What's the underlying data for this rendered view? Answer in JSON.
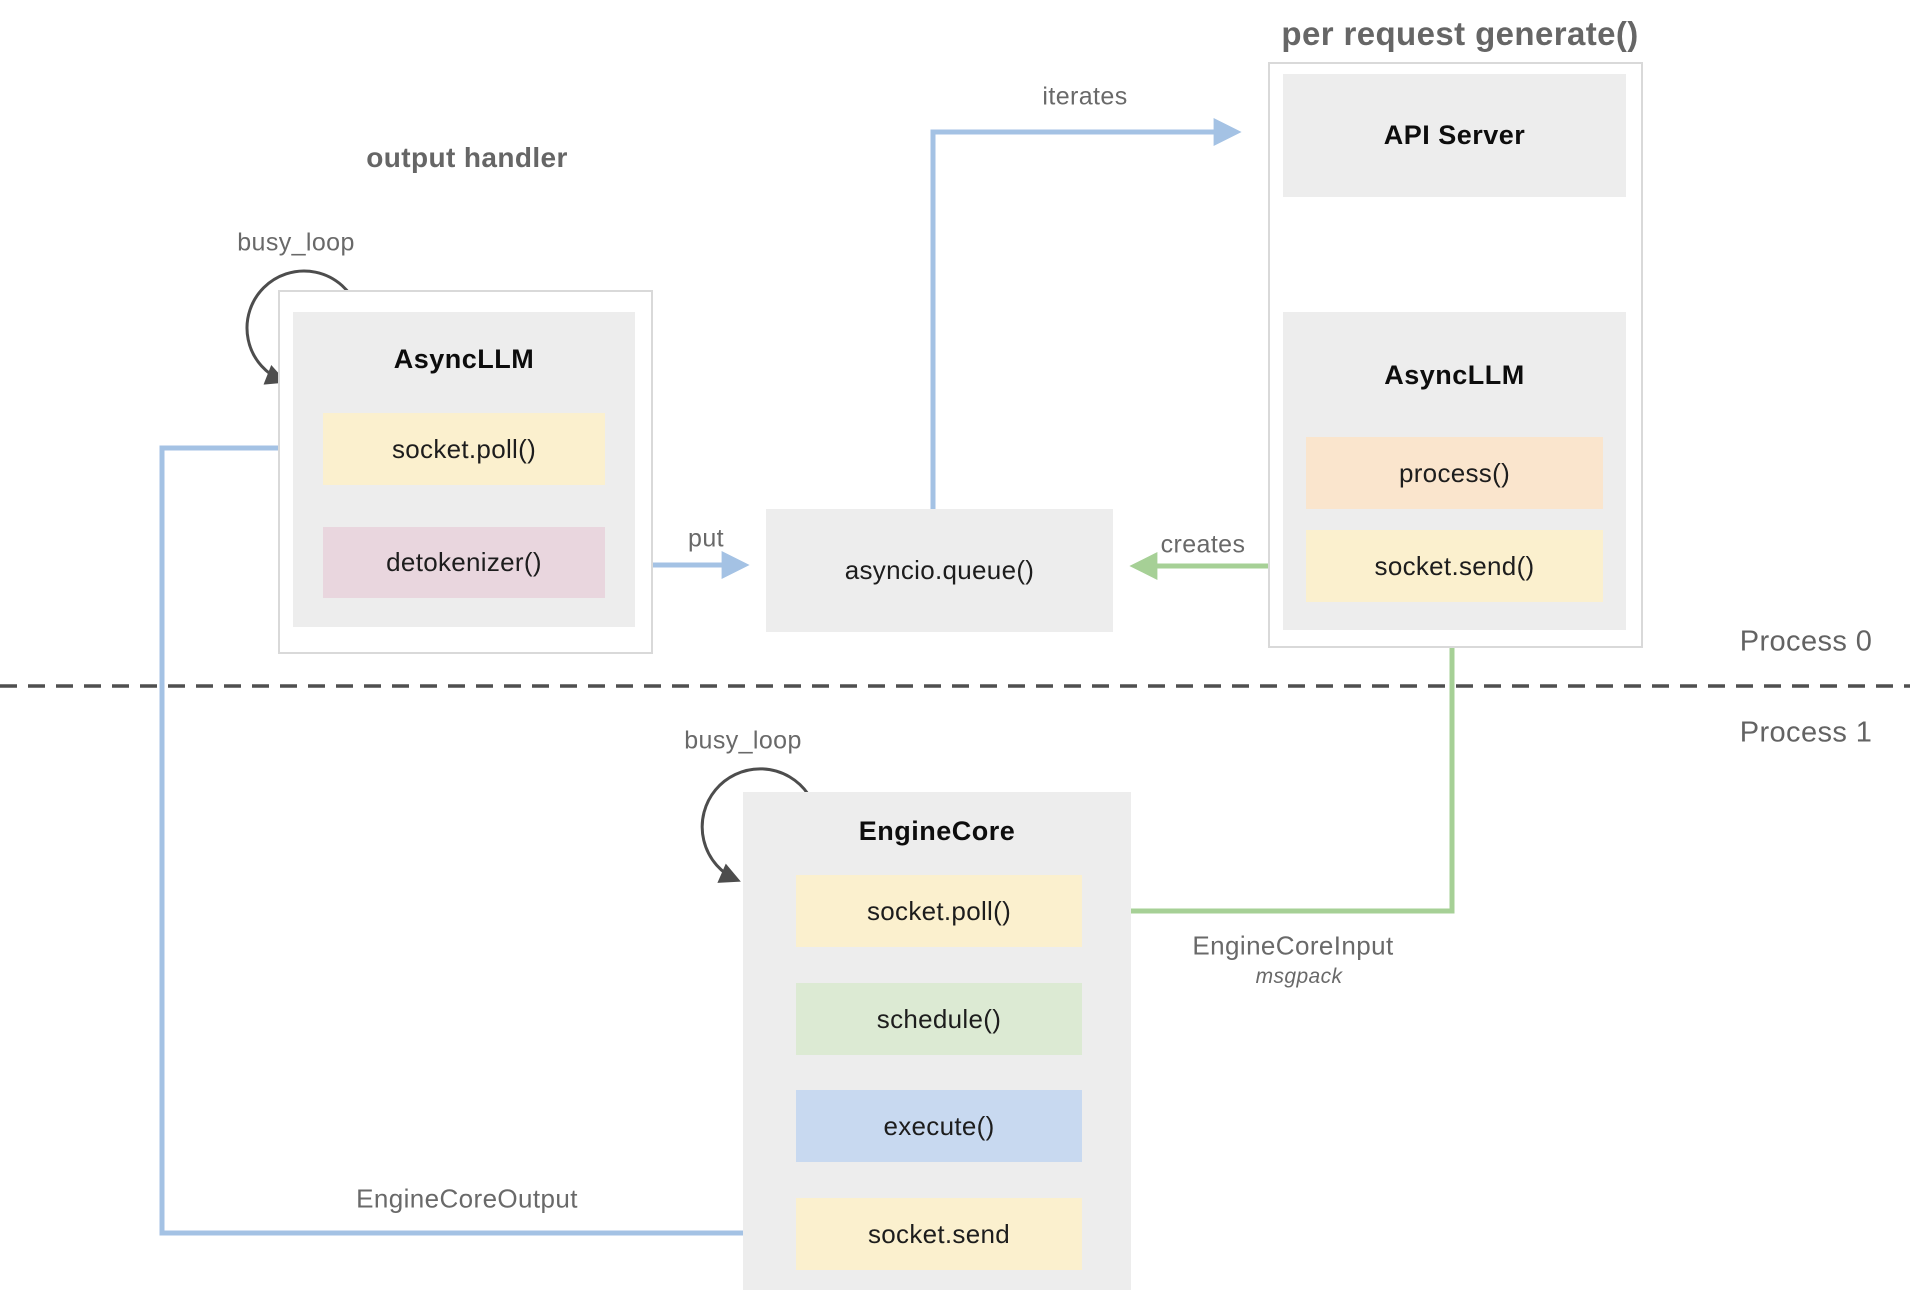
{
  "titles": {
    "output_handler": "output handler",
    "per_request_generate": "per request generate()"
  },
  "region_labels": {
    "process0": "Process 0",
    "process1": "Process 1"
  },
  "nodes": {
    "left_async_llm": {
      "title": "AsyncLLM",
      "socket_poll": "socket.poll()",
      "detokenizer": "detokenizer()"
    },
    "api_server": {
      "title": "API Server"
    },
    "right_async_llm": {
      "title": "AsyncLLM",
      "process": "process()",
      "socket_send": "socket.send()"
    },
    "queue": {
      "label": "asyncio.queue()"
    },
    "engine_core": {
      "title": "EngineCore",
      "socket_poll": "socket.poll()",
      "schedule": "schedule()",
      "execute": "execute()",
      "socket_send": "socket.send"
    }
  },
  "edge_labels": {
    "busy_loop_output": "busy_loop",
    "busy_loop_engine": "busy_loop",
    "iterates": "iterates",
    "put": "put",
    "creates": "creates",
    "engine_core_input": "EngineCoreInput",
    "engine_core_input_format": "msgpack",
    "engine_core_output": "EngineCoreOutput"
  },
  "colors": {
    "node_fill": "#ededed",
    "container_border": "#d9d9d9",
    "method_yellow": "#fbf0ce",
    "method_pink": "#e9d6de",
    "method_orange": "#fae5cd",
    "method_green": "#dcead3",
    "method_blue": "#c8d9f0",
    "arrow_blue": "#a4c2e4",
    "arrow_green": "#a6d096",
    "arrow_dark": "#4d4d4d",
    "label_gray": "#696969"
  }
}
